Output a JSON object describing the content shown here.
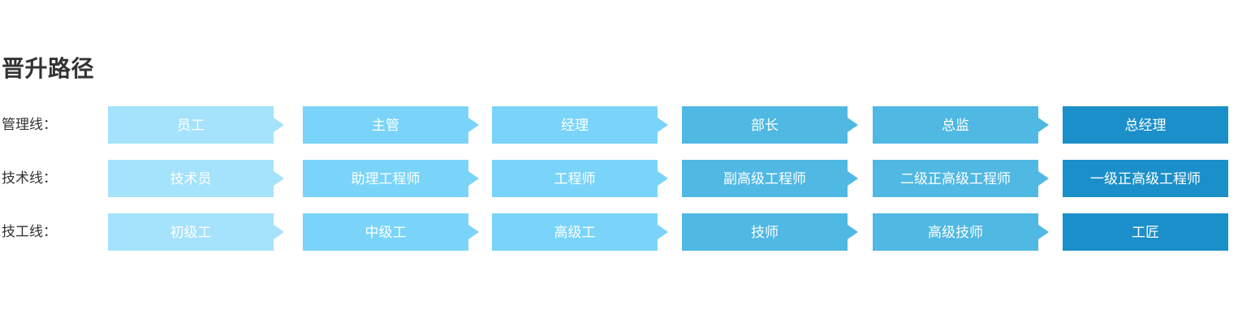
{
  "page": {
    "title": "晋升路径",
    "background": "#ffffff"
  },
  "palette": {
    "level1": "#a5e2fb",
    "level2": "#7ad4fa",
    "level3": "#7ad4fa",
    "level4": "#4fb8e3",
    "level5": "#4fb8e3",
    "level6": "#1b8fc9",
    "title_color": "#333333",
    "label_color": "#333333",
    "stage_text_color": "#ffffff"
  },
  "chart_data": {
    "type": "diagram",
    "title": "晋升路径",
    "rows": [
      {
        "label": "管理线：",
        "stages": [
          {
            "name": "员工",
            "level": 1,
            "color": "#a5e2fb",
            "arrow": true
          },
          {
            "name": "主管",
            "level": 2,
            "color": "#7ad4fa",
            "arrow": true
          },
          {
            "name": "经理",
            "level": 3,
            "color": "#7ad4fa",
            "arrow": true
          },
          {
            "name": "部长",
            "level": 4,
            "color": "#4fb8e3",
            "arrow": true
          },
          {
            "name": "总监",
            "level": 5,
            "color": "#4fb8e3",
            "arrow": true
          },
          {
            "name": "总经理",
            "level": 6,
            "color": "#1b8fc9",
            "arrow": false
          }
        ]
      },
      {
        "label": "技术线：",
        "stages": [
          {
            "name": "技术员",
            "level": 1,
            "color": "#a5e2fb",
            "arrow": true
          },
          {
            "name": "助理工程师",
            "level": 2,
            "color": "#7ad4fa",
            "arrow": true
          },
          {
            "name": "工程师",
            "level": 3,
            "color": "#7ad4fa",
            "arrow": true
          },
          {
            "name": "副高级工程师",
            "level": 4,
            "color": "#4fb8e3",
            "arrow": true
          },
          {
            "name": "二级正高级工程师",
            "level": 5,
            "color": "#4fb8e3",
            "arrow": true
          },
          {
            "name": "一级正高级工程师",
            "level": 6,
            "color": "#1b8fc9",
            "arrow": false
          }
        ]
      },
      {
        "label": "技工线：",
        "stages": [
          {
            "name": "初级工",
            "level": 1,
            "color": "#a5e2fb",
            "arrow": true
          },
          {
            "name": "中级工",
            "level": 2,
            "color": "#7ad4fa",
            "arrow": true
          },
          {
            "name": "高级工",
            "level": 3,
            "color": "#7ad4fa",
            "arrow": true
          },
          {
            "name": "技师",
            "level": 4,
            "color": "#4fb8e3",
            "arrow": true
          },
          {
            "name": "高级技师",
            "level": 5,
            "color": "#4fb8e3",
            "arrow": true
          },
          {
            "name": "工匠",
            "level": 6,
            "color": "#1b8fc9",
            "arrow": false
          }
        ]
      }
    ]
  }
}
